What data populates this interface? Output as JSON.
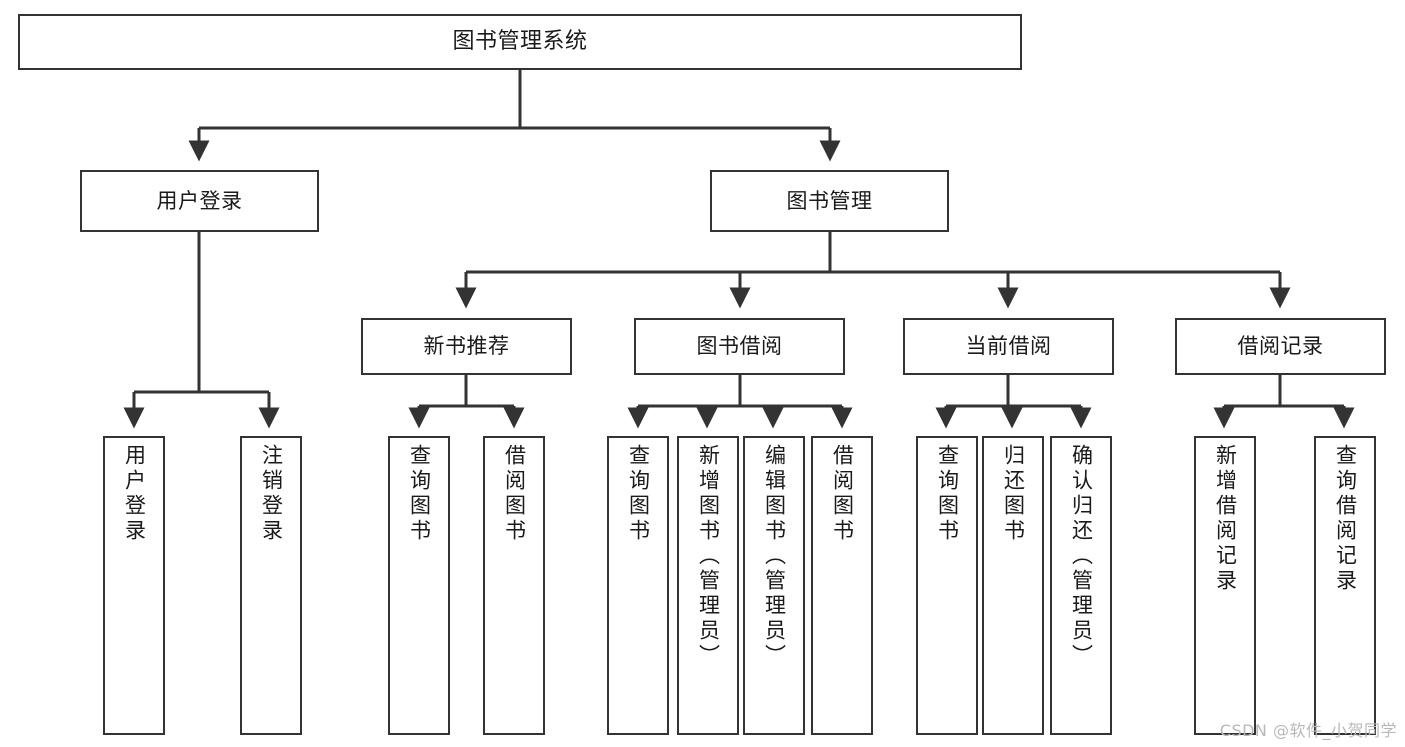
{
  "diagram": {
    "title": "图书管理系统",
    "type": "tree",
    "stroke_color": "#333333",
    "fill_color": "#ffffff",
    "text_color": "#1a1a1a",
    "root": {
      "id": "root",
      "label": "图书管理系统"
    },
    "level2": [
      {
        "id": "user-login",
        "label": "用户登录"
      },
      {
        "id": "book-manage",
        "label": "图书管理"
      }
    ],
    "level3": [
      {
        "id": "new-book-recommend",
        "label": "新书推荐"
      },
      {
        "id": "book-borrow",
        "label": "图书借阅"
      },
      {
        "id": "current-borrow",
        "label": "当前借阅"
      },
      {
        "id": "borrow-record",
        "label": "借阅记录"
      }
    ],
    "leaves": {
      "user_login": [
        {
          "id": "leaf-user-login",
          "label": "用户登录"
        },
        {
          "id": "leaf-logout",
          "label": "注销登录"
        }
      ],
      "new_book_recommend": [
        {
          "id": "leaf-query-book-1",
          "label": "查询图书"
        },
        {
          "id": "leaf-borrow-book-1",
          "label": "借阅图书"
        }
      ],
      "book_borrow": [
        {
          "id": "leaf-query-book-2",
          "label": "查询图书"
        },
        {
          "id": "leaf-add-book",
          "label": "新增图书（管理员）"
        },
        {
          "id": "leaf-edit-book",
          "label": "编辑图书（管理员）"
        },
        {
          "id": "leaf-borrow-book-2",
          "label": "借阅图书"
        }
      ],
      "current_borrow": [
        {
          "id": "leaf-query-book-3",
          "label": "查询图书"
        },
        {
          "id": "leaf-return-book",
          "label": "归还图书"
        },
        {
          "id": "leaf-confirm-return",
          "label": "确认归还（管理员）"
        }
      ],
      "borrow_record": [
        {
          "id": "leaf-add-record",
          "label": "新增借阅记录"
        },
        {
          "id": "leaf-query-record",
          "label": "查询借阅记录"
        }
      ]
    }
  },
  "watermark": {
    "text": "CSDN @软件_小贺同学"
  }
}
